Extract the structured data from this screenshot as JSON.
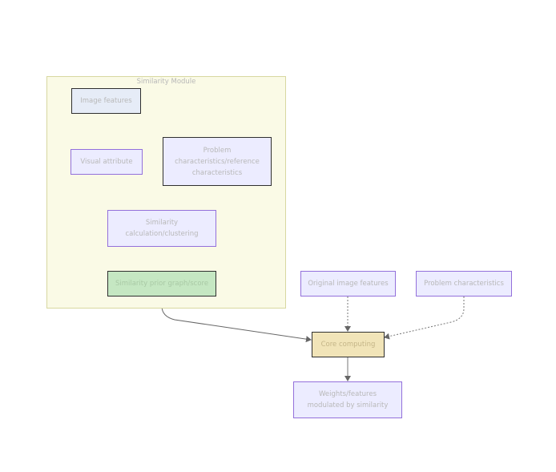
{
  "diagram": {
    "cluster": {
      "label": "Similarity Module"
    },
    "nodes": {
      "image_features": "Image features",
      "visual_attribute": "Visual attribute",
      "problem_reference": "Problem characteristics/reference characteristics",
      "similarity_calc": "Similarity calculation/clustering",
      "similarity_prior": "Similarity prior graph/score",
      "original_image_features": "Original image features",
      "problem_characteristics": "Problem characteristics",
      "core_computing": "Core computing",
      "weights_features": "Weights/features modulated by similarity"
    },
    "colors": {
      "default_fill": "#ECECFF",
      "default_stroke": "#9370DB",
      "image_features_fill": "#E6ECF7",
      "prior_fill": "#C5E7C2",
      "core_fill": "#F1E4B8",
      "cluster_fill": "#FAFAE6",
      "cluster_stroke": "#D8D8A0",
      "edge_color": "#555555"
    }
  }
}
